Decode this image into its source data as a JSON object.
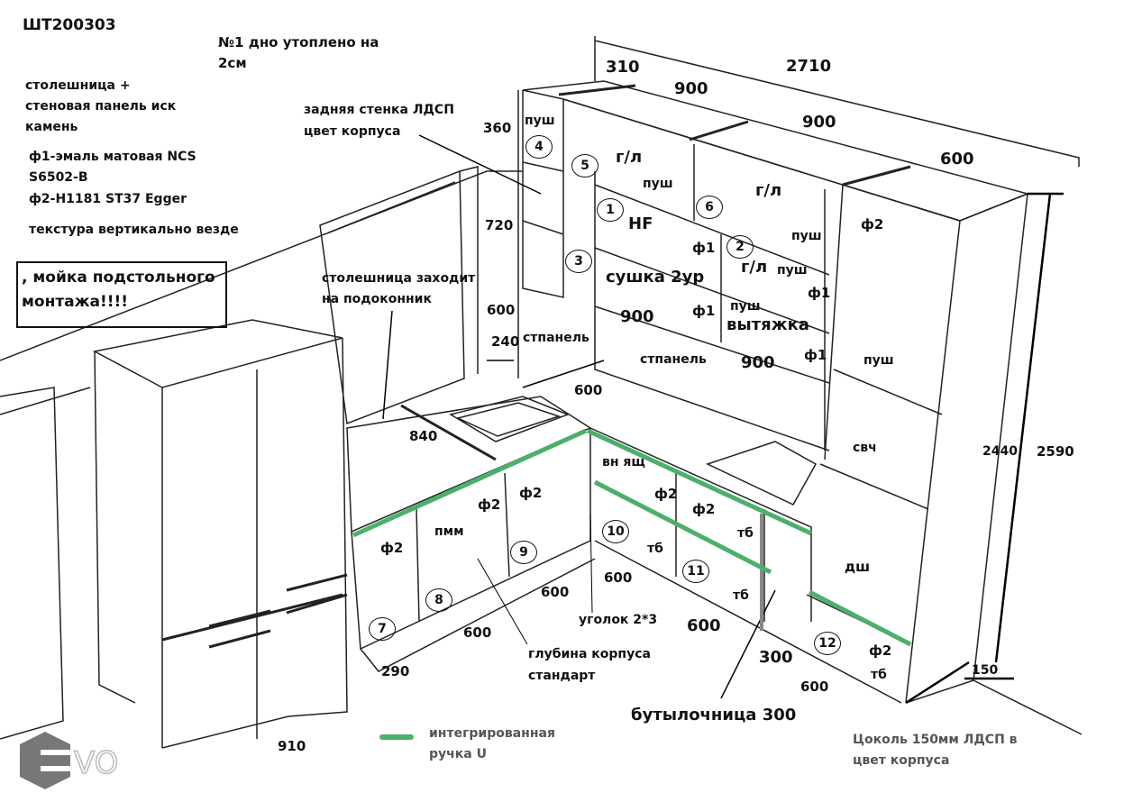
{
  "title": "ШТ200303",
  "notes": {
    "bottom_note": [
      "№1 дно утоплено на",
      "2см"
    ],
    "countertop": [
      "столешница +",
      "стеновая панель иск",
      "камень"
    ],
    "facades": [
      "ф1-эмаль матовая NCS",
      "S6502-B",
      "ф2-H1181 ST37  Egger"
    ],
    "texture": "текстура вертикально везде",
    "sink_warning": [
      ", мойка подстольного",
      "монтажа!!!!"
    ],
    "back_wall": [
      "задняя стенка ЛДСП",
      "цвет корпуса"
    ],
    "countertop_window": [
      "столешница заходит",
      "на подоконник"
    ],
    "corner": "уголок 2*3",
    "depth": [
      "глубина корпуса",
      "стандарт"
    ],
    "bottle": "бутылочница 300",
    "plinth": [
      "Цоколь 150мм ЛДСП в",
      "цвет корпуса"
    ]
  },
  "dimensions": [
    "310",
    "2710",
    "900",
    "900",
    "600",
    "360",
    "720",
    "600",
    "240",
    "840",
    "600",
    "900",
    "900",
    "2440",
    "2590",
    "150",
    "600",
    "600",
    "290",
    "910",
    "600",
    "600",
    "300",
    "600"
  ],
  "cabinet_labels": [
    "пуш",
    "г/л",
    "пуш",
    "HF",
    "г/л",
    "ф1",
    "пуш",
    "г/л",
    "пуш",
    "ф1",
    "сушка 2ур",
    "ф1",
    "пуш",
    "вытяжка",
    "ф1",
    "ф2",
    "пуш",
    "свч",
    "дш",
    "ф2",
    "пмм",
    "ф2",
    "ф2",
    "вн ящ",
    "ф2",
    "ф2",
    "тб",
    "тб",
    "тб",
    "ф2",
    "тб",
    "стпанель",
    "стпанель"
  ],
  "module_numbers": [
    "4",
    "5",
    "1",
    "6",
    "2",
    "3",
    "10",
    "9",
    "11",
    "8",
    "7",
    "12"
  ],
  "legend": {
    "label": [
      "интегрированная",
      "ручка U"
    ],
    "color": "#4caf6a"
  },
  "logo": "EVO"
}
